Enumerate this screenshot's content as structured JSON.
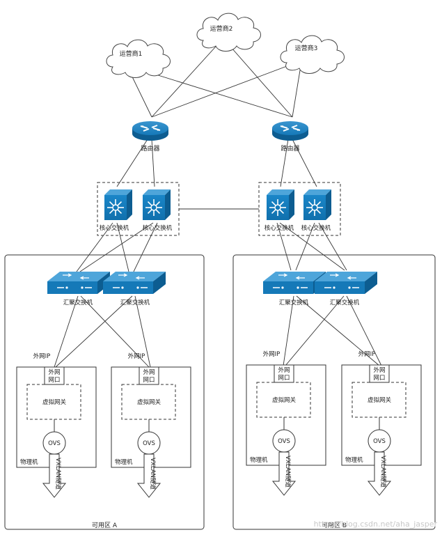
{
  "isps": [
    {
      "label": "运营商1"
    },
    {
      "label": "运营商2"
    },
    {
      "label": "运营商3"
    }
  ],
  "routers": [
    {
      "label": "路由器"
    },
    {
      "label": "路由器"
    }
  ],
  "core_switch_label": "核心交换机",
  "aggregation_switch_label": "汇聚交换机",
  "zones": [
    {
      "label": "可用区 A"
    },
    {
      "label": "可用区 B"
    }
  ],
  "host": {
    "physical_label": "物理机",
    "external_ip_label": "外网IP",
    "external_port_label_line1": "外网",
    "external_port_label_line2": "网口",
    "virtual_gateway_label": "虚拟网关",
    "ovs_label": "OVS",
    "vxlan_label": "VXLAN隧道"
  },
  "watermark": "https://blog.csdn.net/aha_jasper",
  "colors": {
    "device_blue": "#1579b8",
    "device_dark": "#0d5d91",
    "device_light": "#4ea5da"
  }
}
